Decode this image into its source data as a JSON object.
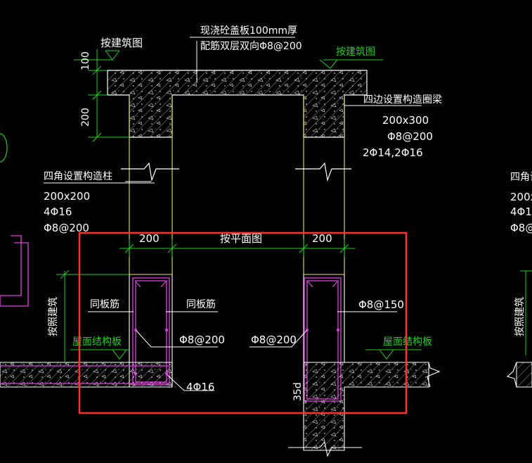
{
  "colors": {
    "background": "#000000",
    "wall_outline": "#ffffff",
    "column_line": "#e6e64a",
    "dimension_line": "#1bd21b",
    "rebar": "#e040e0",
    "leader": "#ffffff",
    "selection": "#ff3030"
  },
  "texts": {
    "slab_note_1": "现浇砼盖板100mm厚",
    "slab_note_2": "配筋双层双向Φ8@200",
    "per_arch_left": "按建筑图",
    "per_arch_right": "按建筑图",
    "dim_100": "100",
    "dim_200_v": "200",
    "ring_beam_title": "四边设置构造圈梁",
    "ring_beam_size": "200x300",
    "ring_beam_stirrup": "Φ8@200",
    "ring_beam_bars": "2Φ14,2Φ16",
    "col_title": "四角设置构造柱",
    "col_size": "200x200",
    "col_bars": "4Φ16",
    "col_stirrup": "Φ8@200",
    "dim_200_left": "200",
    "dim_200_right": "200",
    "per_plan": "按平面图",
    "per_arch_vertical": "按照建筑",
    "same_slab_left": "同板筋",
    "same_slab_right": "同板筋",
    "phi8_200_a": "Φ8@200",
    "phi8_200_b": "Φ8@200",
    "phi8_150": "Φ8@150",
    "roof_slab_left": "屋面结构板",
    "roof_slab_right": "屋面结构板",
    "bars_4phi16": "4Φ16",
    "anchor_35d": "35d",
    "far_right_title": "四角设",
    "far_right_size": "200x",
    "far_right_bars": "4Φ1",
    "far_right_stirrup": "Φ8@",
    "far_right_vertical": "按照建筑"
  }
}
